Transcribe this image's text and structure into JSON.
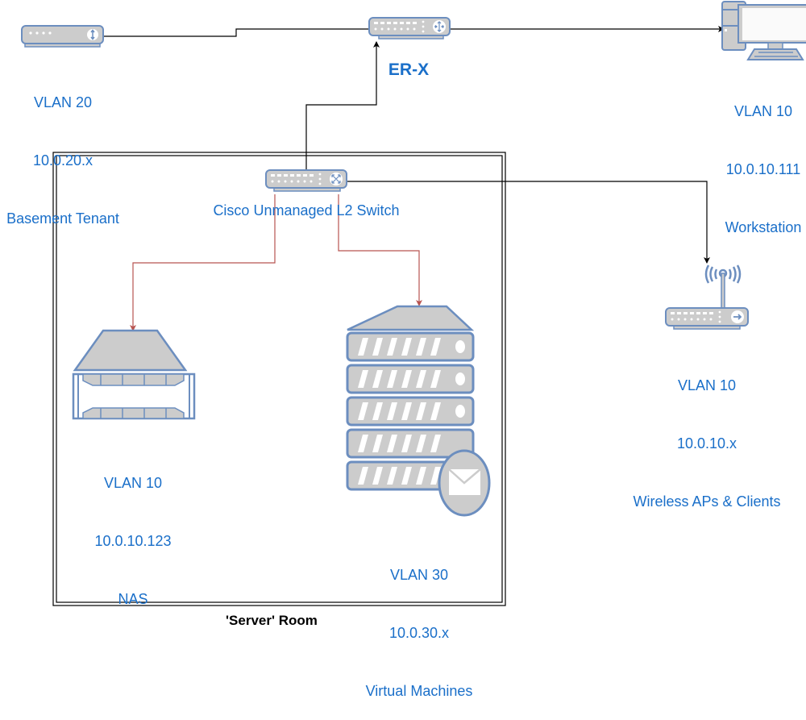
{
  "diagram": {
    "colors": {
      "label": "#1a6fc9",
      "device_fill": "#cccccc",
      "device_stroke": "#6c8ebf",
      "link_uplink": "#000000",
      "link_server": "#b85450"
    },
    "room": {
      "title": "'Server' Room"
    },
    "nodes": {
      "basement": {
        "icon": "router-icon",
        "lines": [
          "VLAN 20",
          "10.0.20.x",
          "Basement Tenant"
        ]
      },
      "erx": {
        "icon": "router-icon",
        "title": "ER-X"
      },
      "workstation": {
        "icon": "workstation-icon",
        "lines": [
          "VLAN 10",
          "10.0.10.111",
          "Workstation"
        ]
      },
      "switch": {
        "icon": "switch-icon",
        "title": "Cisco Unmanaged L2 Switch"
      },
      "wireless": {
        "icon": "wireless-router-icon",
        "lines": [
          "VLAN 10",
          "10.0.10.x",
          "Wireless APs & Clients"
        ]
      },
      "nas": {
        "icon": "nas-icon",
        "lines": [
          "VLAN 10",
          "10.0.10.123",
          "NAS"
        ]
      },
      "vms": {
        "icon": "server-rack-mail-icon",
        "lines": [
          "VLAN 30",
          "10.0.30.x",
          "Virtual Machines"
        ]
      }
    },
    "edges": [
      {
        "from": "erx",
        "to": "basement",
        "type": "uplink"
      },
      {
        "from": "erx",
        "to": "workstation",
        "type": "uplink"
      },
      {
        "from": "switch",
        "to": "erx",
        "type": "uplink"
      },
      {
        "from": "switch",
        "to": "wireless",
        "type": "uplink"
      },
      {
        "from": "switch",
        "to": "nas",
        "type": "server"
      },
      {
        "from": "switch",
        "to": "vms",
        "type": "server"
      }
    ]
  }
}
